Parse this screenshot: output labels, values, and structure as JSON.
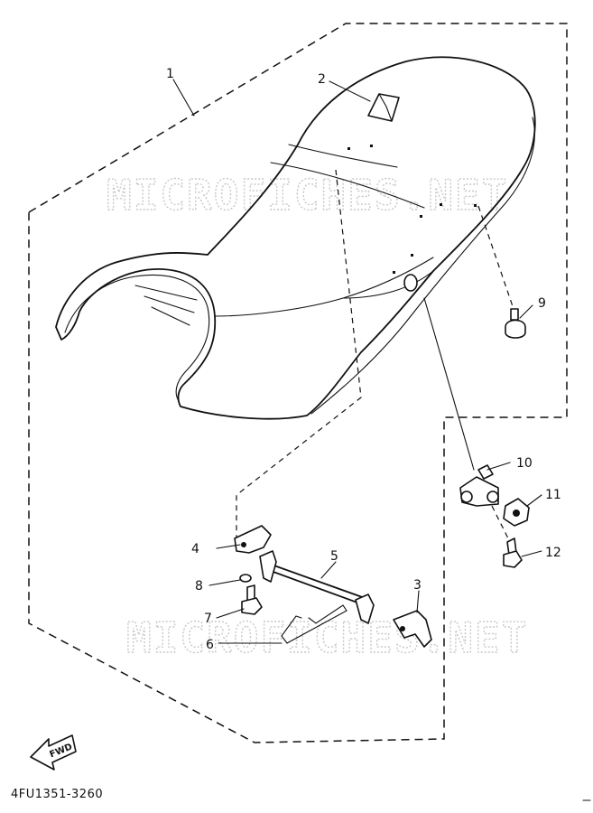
{
  "diagram": {
    "callouts": [
      {
        "id": "1",
        "label": "1"
      },
      {
        "id": "2",
        "label": "2"
      },
      {
        "id": "3",
        "label": "3"
      },
      {
        "id": "4",
        "label": "4"
      },
      {
        "id": "5",
        "label": "5"
      },
      {
        "id": "6",
        "label": "6"
      },
      {
        "id": "7",
        "label": "7"
      },
      {
        "id": "8",
        "label": "8"
      },
      {
        "id": "9",
        "label": "9"
      },
      {
        "id": "10",
        "label": "10"
      },
      {
        "id": "11",
        "label": "11"
      },
      {
        "id": "12",
        "label": "12"
      }
    ],
    "watermark_text": "MICROFICHES.NET",
    "fwd_label": "FWD",
    "drawing_code": "4FU1351-3260"
  }
}
